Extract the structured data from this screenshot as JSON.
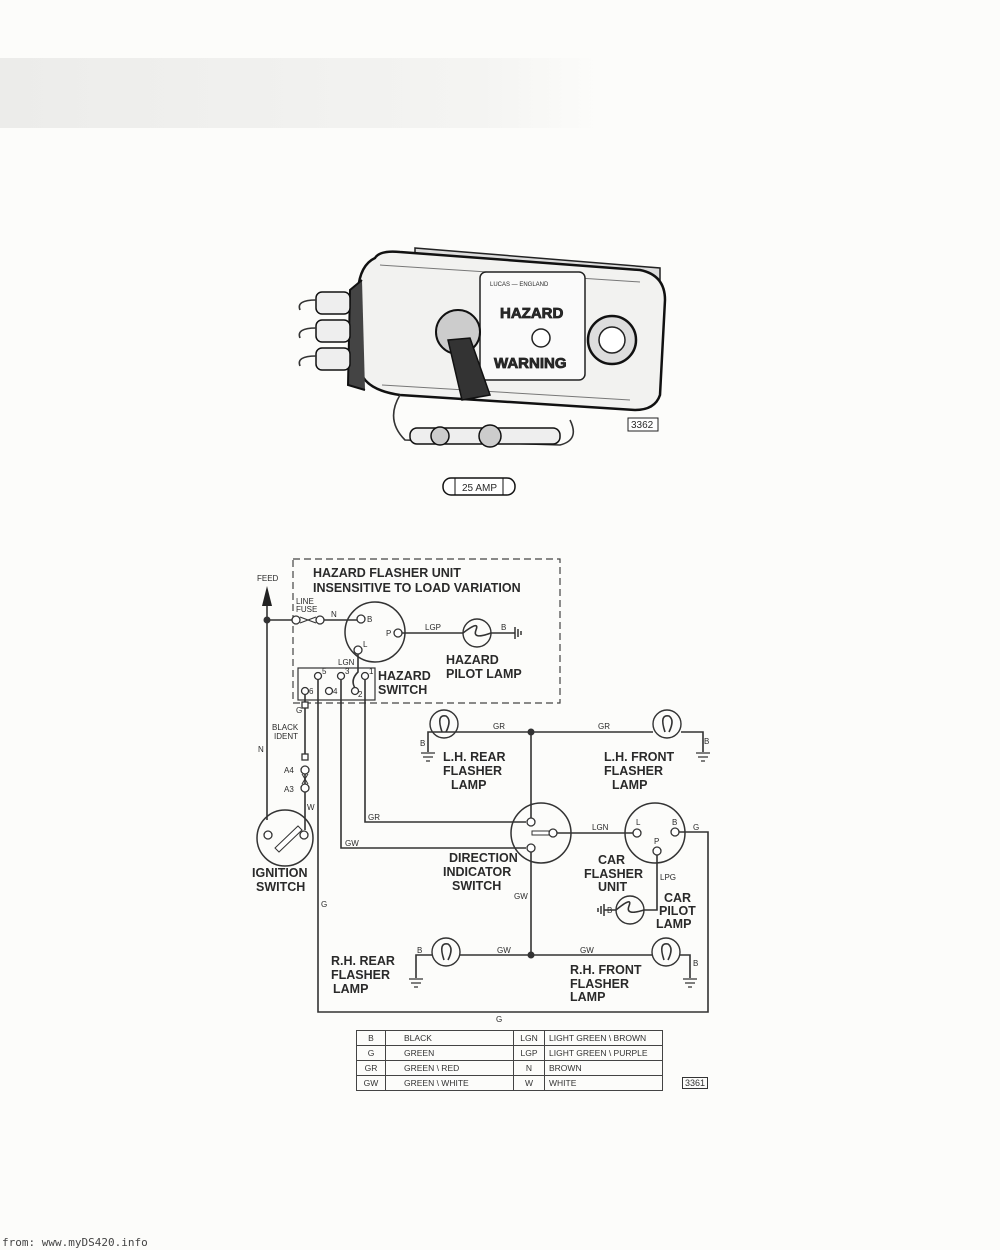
{
  "illustration": {
    "badge_brand": "LUCAS — ENGLAND",
    "badge_line1": "HAZARD",
    "badge_line2": "WARNING",
    "fuse_label": "25 AMP",
    "ref_number": "3362"
  },
  "diagram": {
    "box_title_1": "HAZARD FLASHER UNIT",
    "box_title_2": "INSENSITIVE TO LOAD VARIATION",
    "feed": "FEED",
    "line_fuse_1": "LINE",
    "line_fuse_2": "FUSE",
    "black_ident_1": "BLACK",
    "black_ident_2": "IDENT",
    "hazard_switch_1": "HAZARD",
    "hazard_switch_2": "SWITCH",
    "hazard_pilot_1": "HAZARD",
    "hazard_pilot_2": "PILOT LAMP",
    "lh_rear": [
      "L.H. REAR",
      "FLASHER",
      "LAMP"
    ],
    "lh_front": [
      "L.H. FRONT",
      "FLASHER",
      "LAMP"
    ],
    "ignition": [
      "IGNITION",
      "SWITCH"
    ],
    "direction": [
      "DIRECTION",
      "INDICATOR",
      "SWITCH"
    ],
    "car_flasher": [
      "CAR",
      "FLASHER",
      "UNIT"
    ],
    "car_pilot": [
      "CAR",
      "PILOT",
      "LAMP"
    ],
    "rh_rear": [
      "R.H. REAR",
      "FLASHER",
      "LAMP"
    ],
    "rh_front": [
      "R.H. FRONT",
      "FLASHER",
      "LAMP"
    ],
    "terminals": {
      "B": "B",
      "P": "P",
      "L": "L",
      "t1": "1",
      "t2": "2",
      "t3": "3",
      "t4": "4",
      "t5": "5",
      "t6": "6",
      "A3": "A3",
      "A4": "A4"
    },
    "wires": {
      "N": "N",
      "LGP": "LGP",
      "LGN": "LGN",
      "G": "G",
      "W": "W",
      "GR": "GR",
      "GW": "GW",
      "LPG": "LPG",
      "B": "B"
    },
    "ref_number": "3361"
  },
  "color_key": [
    [
      "B",
      "BLACK",
      "LGN",
      "LIGHT GREEN \\ BROWN"
    ],
    [
      "G",
      "GREEN",
      "LGP",
      "LIGHT GREEN \\ PURPLE"
    ],
    [
      "GR",
      "GREEN \\ RED",
      "N",
      "BROWN"
    ],
    [
      "GW",
      "GREEN \\ WHITE",
      "W",
      "WHITE"
    ]
  ],
  "footer": "from: www.myDS420.info"
}
